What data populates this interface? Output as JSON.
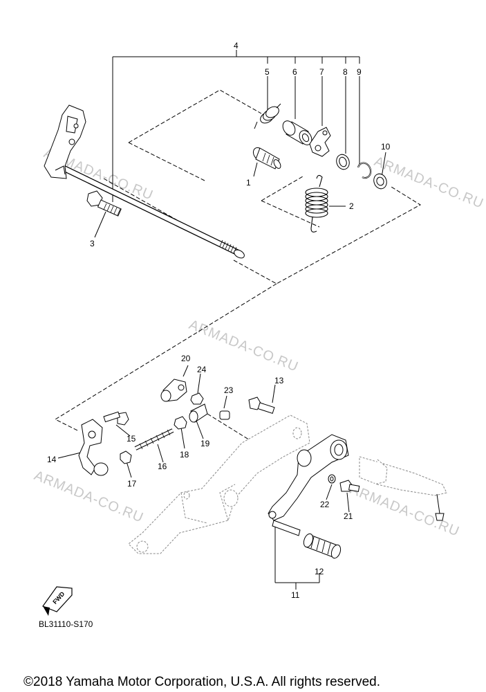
{
  "watermark": "ARMADA-CO.RU",
  "callouts": [
    "1",
    "2",
    "3",
    "4",
    "5",
    "6",
    "7",
    "8",
    "9",
    "10",
    "11",
    "12",
    "13",
    "14",
    "15",
    "16",
    "17",
    "18",
    "19",
    "20",
    "21",
    "22",
    "23",
    "24"
  ],
  "fwd_label": "FWD",
  "diagram_code": "BL31110-S170",
  "copyright": "©2018 Yamaha Motor Corporation, U.S.A. All rights reserved."
}
